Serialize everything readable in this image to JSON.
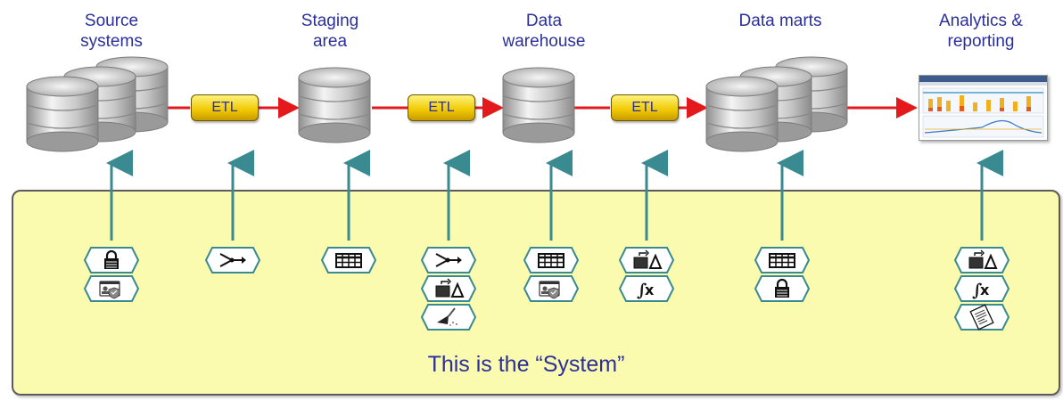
{
  "stages": [
    {
      "line1": "Source",
      "line2": "systems"
    },
    {
      "line1": "Staging",
      "line2": "area"
    },
    {
      "line1": "Data",
      "line2": "warehouse"
    },
    {
      "line1": "Data marts",
      "line2": ""
    },
    {
      "line1": "Analytics &",
      "line2": "reporting"
    }
  ],
  "etl_labels": [
    "ETL",
    "ETL",
    "ETL"
  ],
  "system_label": "This is the “System”",
  "colors": {
    "flow_arrow": "#e3191c",
    "connector": "#3a8a92",
    "badge_border": "#3a8a92",
    "system_fill": "#fbfbb0",
    "title_text": "#2b2f9a",
    "etl_fill": "#f0c800"
  },
  "badge_groups": [
    {
      "icons": [
        "lock-icon",
        "id-card-shield-icon"
      ]
    },
    {
      "icons": [
        "merge-arrow-icon"
      ]
    },
    {
      "icons": [
        "grid-table-icon"
      ]
    },
    {
      "icons": [
        "merge-arrow-icon",
        "transform-shapes-icon",
        "broom-icon"
      ]
    },
    {
      "icons": [
        "grid-table-icon",
        "id-card-shield-icon"
      ]
    },
    {
      "icons": [
        "transform-shapes-icon",
        "function-fx-icon"
      ]
    },
    {
      "icons": [
        "grid-table-icon",
        "lock-icon"
      ]
    },
    {
      "icons": [
        "transform-shapes-icon",
        "function-fx-icon",
        "report-document-icon"
      ]
    }
  ]
}
